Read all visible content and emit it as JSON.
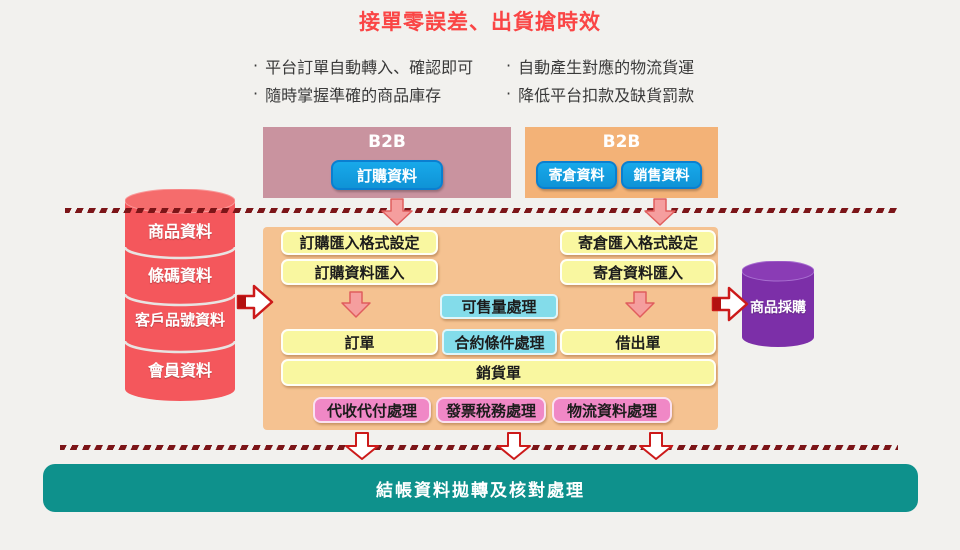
{
  "header": {
    "title": "接單零誤差、出貨搶時效"
  },
  "benefits": {
    "bullet": "·",
    "items": [
      "平台訂單自動轉入、確認即可",
      "隨時掌握準確的商品庫存",
      "自動產生對應的物流貨運",
      "降低平台扣款及缺貨罰款"
    ]
  },
  "sources": {
    "b2b_order": {
      "title": "B2B",
      "buttons": [
        "訂購資料"
      ]
    },
    "b2b_consign": {
      "title": "B2B",
      "buttons": [
        "寄倉資料",
        "銷售資料"
      ]
    }
  },
  "master_db": {
    "segments": [
      "商品資料",
      "條碼資料",
      "客戶品號資料",
      "會員資料"
    ]
  },
  "erp": {
    "order_format_setting": "訂購匯入格式設定",
    "consign_format_setting": "寄倉匯入格式設定",
    "order_import": "訂購資料匯入",
    "consign_import": "寄倉資料匯入",
    "sellable_qty": "可售量處理",
    "order": "訂單",
    "contract_terms": "合約條件處理",
    "loan_slip": "借出單",
    "sales_slip": "銷貨單",
    "collect_pay": "代收代付處理",
    "invoice_tax": "發票稅務處理",
    "logistics_data": "物流資料處理"
  },
  "purchase_db": {
    "label": "商品採購"
  },
  "footer": {
    "label": "結帳資料拋轉及核對處理"
  },
  "colors": {
    "bg": "#f2f1ee",
    "title-red": "#fa4545",
    "text-dark": "#3a3a3a",
    "mauve": "#c9939f",
    "orange-header": "#f3b277",
    "panel-orange": "#f5c291",
    "blue-btn": "#18a9ea",
    "blue-btn-border": "#0a7fd0",
    "yellow-box": "#f9f7a0",
    "cyan-box": "#83dcea",
    "pink-box": "#f088c6",
    "red-db": "#f4575c",
    "red-db-top": "#f56c6c",
    "purple-db": "#7c2fa8",
    "purple-db-top": "#8a3cb5",
    "teal-bar": "#0e918c",
    "dash-red": "#7c1518",
    "arrow-salmon": "#f59e9e",
    "arrow-salmon-border": "#e05d5d",
    "arrow-red-border": "#cc1a1a"
  }
}
